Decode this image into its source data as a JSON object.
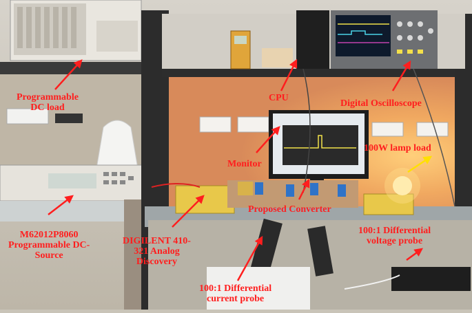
{
  "image": {
    "description_labels": [
      {
        "id": "dc_load",
        "lines": [
          "Programmable",
          "DC load"
        ]
      },
      {
        "id": "cpu",
        "lines": [
          "CPU"
        ]
      },
      {
        "id": "oscilloscope",
        "lines": [
          "Digital Oscilloscope"
        ]
      },
      {
        "id": "lamp",
        "lines": [
          "100W lamp load"
        ]
      },
      {
        "id": "monitor",
        "lines": [
          "Monitor"
        ]
      },
      {
        "id": "converter",
        "lines": [
          "Proposed Converter"
        ]
      },
      {
        "id": "dc_source",
        "lines": [
          "M62012P8060",
          "Programmable DC-",
          "Source"
        ]
      },
      {
        "id": "digilent",
        "lines": [
          "DIGILENT 410-",
          "321 Analog",
          "Discovery"
        ]
      },
      {
        "id": "voltage_probe",
        "lines": [
          "100:1 Differential",
          "voltage probe"
        ]
      },
      {
        "id": "current_probe",
        "lines": [
          "100:1 Differential",
          "current probe"
        ]
      }
    ],
    "colors": {
      "label": "#ff1e1e",
      "arrow": "#ff1e1e",
      "lamp_arrow": "#ffe000"
    }
  }
}
